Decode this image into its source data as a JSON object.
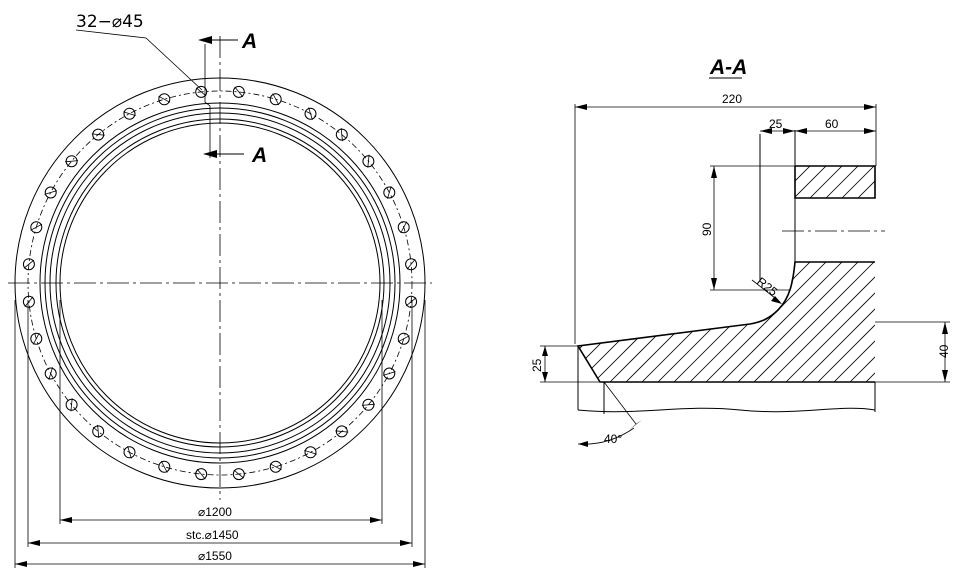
{
  "front_view": {
    "bolt_holes_label": "32−⌀45",
    "section_mark_top": "A",
    "section_mark_bottom": "A",
    "bolt_count": 32,
    "dim_inner": "⌀1200",
    "dim_pitch": "stc.⌀1450",
    "dim_outer": "⌀1550"
  },
  "section_view": {
    "title": "A-A",
    "dim_width": "220",
    "dim_neck": "25",
    "dim_flange": "60",
    "dim_height": "90",
    "dim_radius": "R25",
    "dim_thickness_left": "25",
    "dim_thickness_right": "40",
    "dim_angle": "40°"
  }
}
